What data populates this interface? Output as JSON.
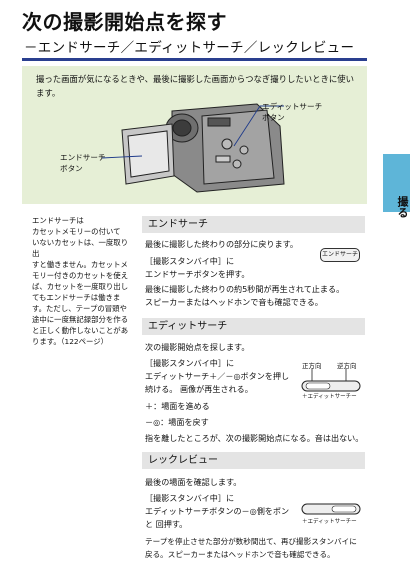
{
  "header": {
    "title": "次の撮影開始点を探す",
    "subtitle": "－エンドサーチ／エディットサーチ／レックレビュー"
  },
  "hero": {
    "text": "撮った画面が気になるときや、最後に撮影した画面からつなぎ撮りしたいときに使います。",
    "label_edit": [
      "エディットサーチ",
      "ボタン"
    ],
    "label_end": [
      "エンドサーチ",
      "ボタン"
    ]
  },
  "side_tab": {
    "label": "撮る",
    "color": "#5eb5d8"
  },
  "side_note": [
    "エンドサーチは",
    "カセットメモリーの付いて",
    "いないカセットは、一度取り出",
    "すと働きません。カセットメ",
    "モリー付きのカセットを使え",
    "ば、カセットを一度取り出し",
    "てもエンドサーチは働きま",
    "す。ただし、テープの冒頭や",
    "途中に一度無記録部分を作る",
    "と正しく動作しないことがあ",
    "ります。（122ページ）"
  ],
  "sections": {
    "end_search": {
      "heading": "エンドサーチ",
      "lines": [
        "最後に撮影した終わりの部分に戻ります。",
        "［撮影スタンバイ中］に",
        "エンドサーチボタンを押す。",
        "最後に撮影した終わりの約5秒間が再生されて止まる。",
        "スピーカーまたはヘッドホンで音も確認できる。"
      ],
      "button_label": "エンドサーチ"
    },
    "edit_search": {
      "heading": "エディットサーチ",
      "lines": [
        "次の撮影開始点を探します。",
        "［撮影スタンバイ中］に",
        "エディットサーチ＋／－◎ボタンを押し",
        "続ける。 画像が再生される。",
        "＋：場面を進める",
        "－◎：場面を戻す",
        "指を離したところが、次の撮影開始点になる。音は出ない。"
      ],
      "dir_forward": "正方向",
      "dir_reverse": "逆方向",
      "button_caption": "＋エディットサーチー"
    },
    "rec_review": {
      "heading": "レックレビュー",
      "lines": [
        "最後の場面を確認します。",
        "［撮影スタンバイ中］に",
        "エディットサーチボタンの－◎側をポン",
        "と 回押す。",
        "テープを停止させた部分が数秒間出て、再び撮影スタンバイに",
        "戻る。スピーカーまたはヘッドホンで音も確認できる。"
      ],
      "button_caption": "＋エディットサーチー"
    }
  }
}
